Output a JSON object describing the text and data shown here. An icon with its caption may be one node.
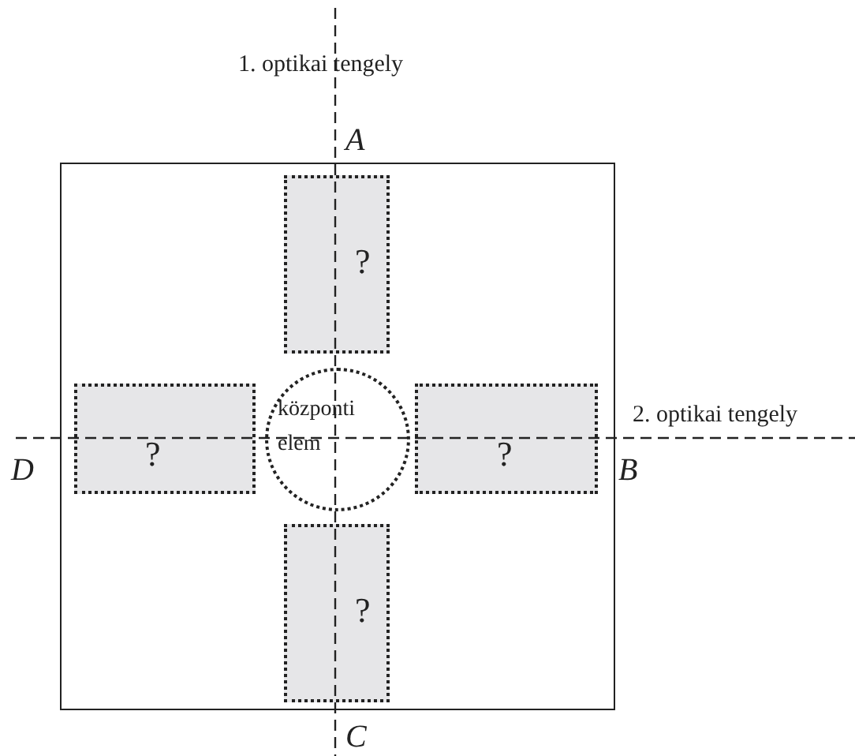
{
  "diagram": {
    "nodes": [
      {
        "text": [],
        "shape": "box"
      },
      {
        "text": [
          "?"
        ],
        "in": 0
      },
      {
        "text": [
          "?"
        ],
        "in": 0
      },
      {
        "text": [
          "központi elem"
        ],
        "in": 0
      },
      {
        "text": [
          "?"
        ],
        "in": 0
      },
      {
        "text": [
          "?"
        ],
        "in": 0
      }
    ],
    "labels": [
      "1. optikai tengely",
      "A",
      "2. optikai tengely",
      "D",
      "B",
      "C"
    ]
  }
}
